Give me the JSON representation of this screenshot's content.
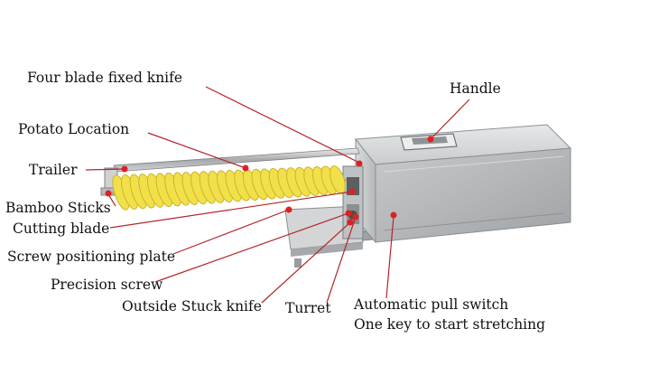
{
  "labels": {
    "four_blade_fixed_knife": "Four blade fixed knife",
    "handle": "Handle",
    "potato_location": "Potato Location",
    "trailer": "Trailer",
    "bamboo_sticks": "Bamboo Sticks",
    "cutting_blade": "Cutting blade",
    "screw_positioning_plate": "Screw positioning plate",
    "precision_screw": "Precision screw",
    "outside_stuck_knife": "Outside Stuck knife",
    "turret": "Turret",
    "automatic_pull_switch": "Automatic pull switch",
    "one_key_to_start": "One key to start stretching"
  },
  "colors": {
    "leader_line": "#b3262a",
    "marker": "#e02020",
    "steel_light": "#d8dadb",
    "steel_mid": "#b9bcbe",
    "steel_dark": "#8e9295",
    "potato": "#f2e04a",
    "potato_shade": "#cbb52a"
  }
}
